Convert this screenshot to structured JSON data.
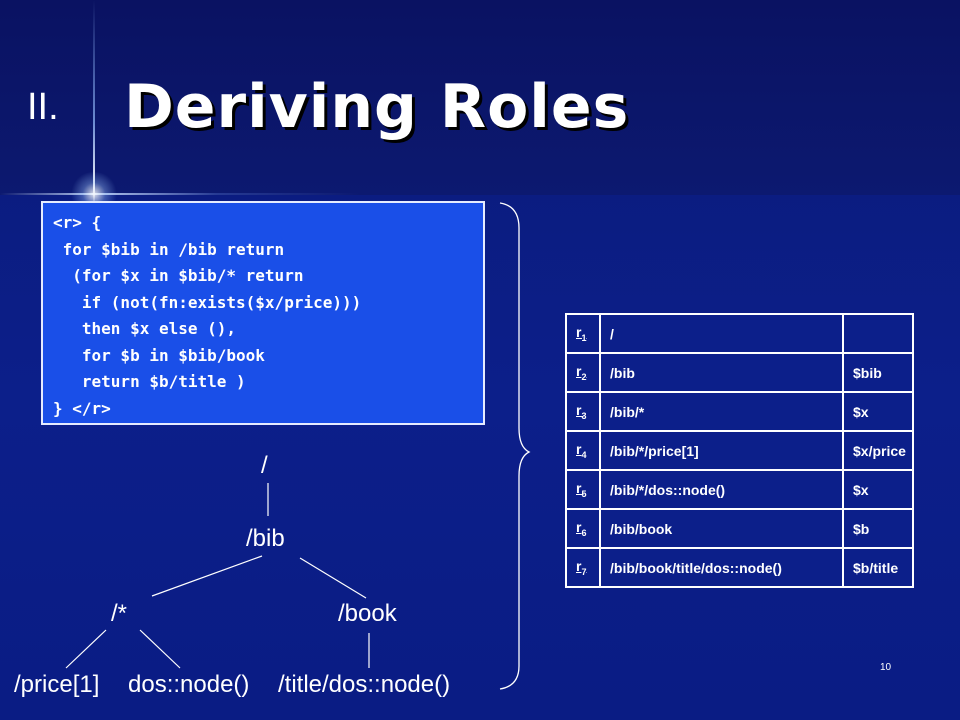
{
  "slide": {
    "roman": "II.",
    "title": "Deriving Roles",
    "page_number": "10"
  },
  "code": {
    "lines": [
      "<r> {",
      " for $bib in /bib return",
      "  (for $x in $bib/* return",
      "   if (not(fn:exists($x/price)))",
      "   then $x else (),",
      "   for $b in $bib/book",
      "   return $b/title )",
      "} </r>"
    ]
  },
  "tree": {
    "root": "/",
    "bib": "/bib",
    "star": "/*",
    "book": "/book",
    "price": "/price[1]",
    "dosnode": "dos::node()",
    "titlenode": "/title/dos::node()"
  },
  "roles_table": {
    "rows": [
      {
        "role": "r",
        "sub": "1",
        "path": "/",
        "var": ""
      },
      {
        "role": "r",
        "sub": "2",
        "path": "/bib",
        "var": "$bib"
      },
      {
        "role": "r",
        "sub": "3",
        "path": "/bib/*",
        "var": "$x"
      },
      {
        "role": "r",
        "sub": "4",
        "path": "/bib/*/price[1]",
        "var": "$x/price"
      },
      {
        "role": "r",
        "sub": "5",
        "path": "/bib/*/dos::node()",
        "var": "$x"
      },
      {
        "role": "r",
        "sub": "6",
        "path": "/bib/book",
        "var": "$b"
      },
      {
        "role": "r",
        "sub": "7",
        "path": "/bib/book/title/dos::node()",
        "var": "$b/title"
      }
    ]
  },
  "colors": {
    "background": "#0c1f8a",
    "code_box": "#1a4fe8",
    "text": "#ffffff"
  }
}
